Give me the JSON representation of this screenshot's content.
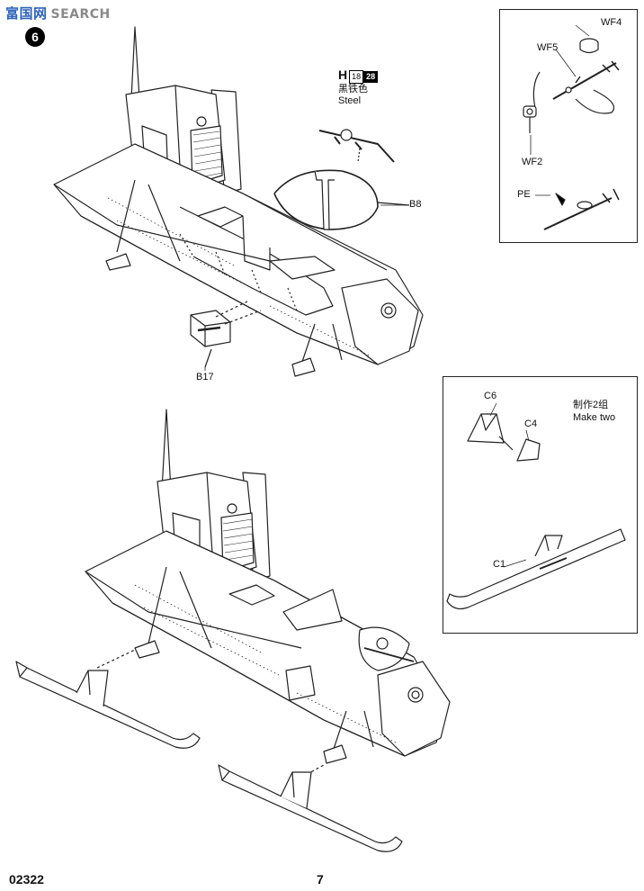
{
  "watermark": {
    "cn": "富国网",
    "en": "SEARCH"
  },
  "step_number": "6",
  "paint": {
    "letter": "H",
    "code1": "18",
    "code2": "28",
    "cn": "黑铁色",
    "en": "Steel"
  },
  "part_labels": {
    "b8": "B8",
    "b17": "B17",
    "wf4": "WF4",
    "wf5": "WF5",
    "wf2": "WF2",
    "pe": "PE",
    "c6": "C6",
    "c4": "C4",
    "c1": "C1"
  },
  "make_two": {
    "cn": "制作2组",
    "en": "Make two"
  },
  "footer": {
    "code": "02322",
    "page": "7"
  },
  "colors": {
    "ink": "#111111",
    "accent": "#2d62b8"
  }
}
